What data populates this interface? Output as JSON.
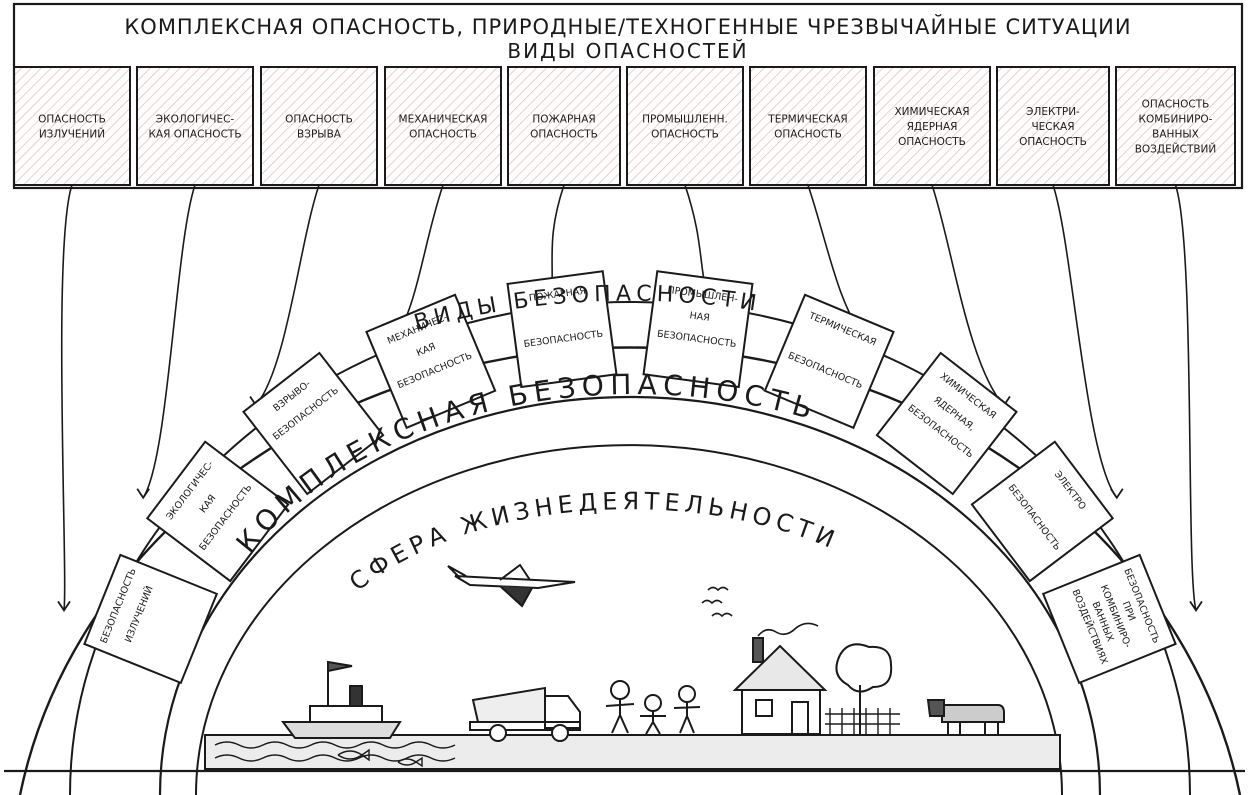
{
  "header": {
    "title": "КОМПЛЕКСНАЯ ОПАСНОСТЬ, ПРИРОДНЫЕ/ТЕХНОГЕННЫЕ ЧРЕЗВЫЧАЙНЫЕ СИТУАЦИИ",
    "subtitle": "ВИДЫ ОПАСНОСТЕЙ"
  },
  "hazards": [
    {
      "lines": [
        "ОПАСНОСТЬ",
        "ИЗЛУЧЕНИЙ"
      ]
    },
    {
      "lines": [
        "ЭКОЛОГИЧЕС-",
        "КАЯ ОПАСНОСТЬ"
      ]
    },
    {
      "lines": [
        "ОПАСНОСТЬ",
        "ВЗРЫВА"
      ]
    },
    {
      "lines": [
        "МЕХАНИЧЕСКАЯ",
        "ОПАСНОСТЬ"
      ]
    },
    {
      "lines": [
        "ПОЖАРНАЯ",
        "ОПАСНОСТЬ"
      ]
    },
    {
      "lines": [
        "ПРОМЫШЛЕНН.",
        "ОПАСНОСТЬ"
      ]
    },
    {
      "lines": [
        "ТЕРМИЧЕСКАЯ",
        "ОПАСНОСТЬ"
      ]
    },
    {
      "lines": [
        "ХИМИЧЕСКАЯ",
        "ЯДЕРНАЯ",
        "ОПАСНОСТЬ"
      ]
    },
    {
      "lines": [
        "ЭЛЕКТРИ-",
        "ЧЕСКАЯ",
        "ОПАСНОСТЬ"
      ]
    },
    {
      "lines": [
        "ОПАСНОСТЬ",
        "КОМБИНИРО-",
        "ВАННЫХ",
        "ВОЗДЕЙСТВИЙ"
      ]
    }
  ],
  "arc": {
    "outer_label": "ВИДЫ БЕЗОПАСНОСТИ",
    "middle_label": "КОМПЛЕКСНАЯ БЕЗОПАСНОСТЬ",
    "inner_label": "СФЕРА ЖИЗНЕДЕЯТЕЛЬНОСТИ"
  },
  "safeties": [
    {
      "lines": [
        "БЕЗОПАСНОСТЬ",
        "ИЗЛУЧЕНИЙ"
      ]
    },
    {
      "lines": [
        "ЭКОЛОГИЧЕС-",
        "КАЯ",
        "БЕЗОПАСНОСТЬ"
      ]
    },
    {
      "lines": [
        "ВЗРЫВО-",
        "БЕЗОПАСНОСТЬ"
      ]
    },
    {
      "lines": [
        "МЕХАНИЧЕС-",
        "КАЯ",
        "БЕЗОПАСНОСТЬ"
      ]
    },
    {
      "lines": [
        "ПОЖАРНАЯ",
        "",
        "БЕЗОПАСНОСТЬ"
      ]
    },
    {
      "lines": [
        "ПРОМЫШЛЕН-",
        "НАЯ",
        "БЕЗОПАСНОСТЬ"
      ]
    },
    {
      "lines": [
        "ТЕРМИЧЕСКАЯ",
        "",
        "БЕЗОПАСНОСТЬ"
      ]
    },
    {
      "lines": [
        "ХИМИЧЕСКАЯ",
        "ЯДЕРНАЯ,",
        "БЕЗОПАСНОСТЬ"
      ]
    },
    {
      "lines": [
        "ЭЛЕКТРО",
        "",
        "БЕЗОПАСНОСТЬ"
      ]
    },
    {
      "lines": [
        "БЕЗОПАСНОСТЬ",
        "ПРИ",
        "КОМБИНИРО-",
        "ВАННЫХ",
        "ВОЗДЕЙСТВИЯХ"
      ]
    }
  ],
  "colors": {
    "ink": "#1a1a1a",
    "hatch": "#c98080",
    "paper": "#ffffff"
  }
}
